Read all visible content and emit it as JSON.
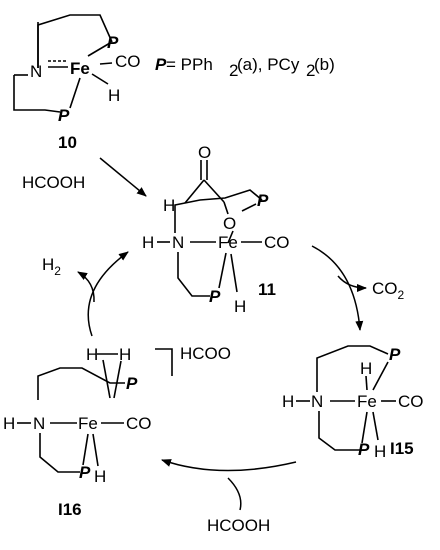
{
  "definition": {
    "P_symbol": "P",
    "equals": " = PPh",
    "sub_a": "2",
    "mid": "(a), PCy",
    "sub_b": "2",
    "tail": "(b)"
  },
  "atoms": {
    "Fe": "Fe",
    "N": "N",
    "CO": "CO",
    "H": "H",
    "O": "O",
    "P": "P"
  },
  "compounds": {
    "c10": "10",
    "c11": "11",
    "i15": "I15",
    "i16": "I16"
  },
  "reagents": {
    "hcooh_top": "HCOOH",
    "hcooh_bottom": "HCOOH",
    "co2": "CO",
    "co2_sub": "2",
    "h2": "H",
    "h2_sub": "2",
    "hcoo": "HCOO"
  }
}
